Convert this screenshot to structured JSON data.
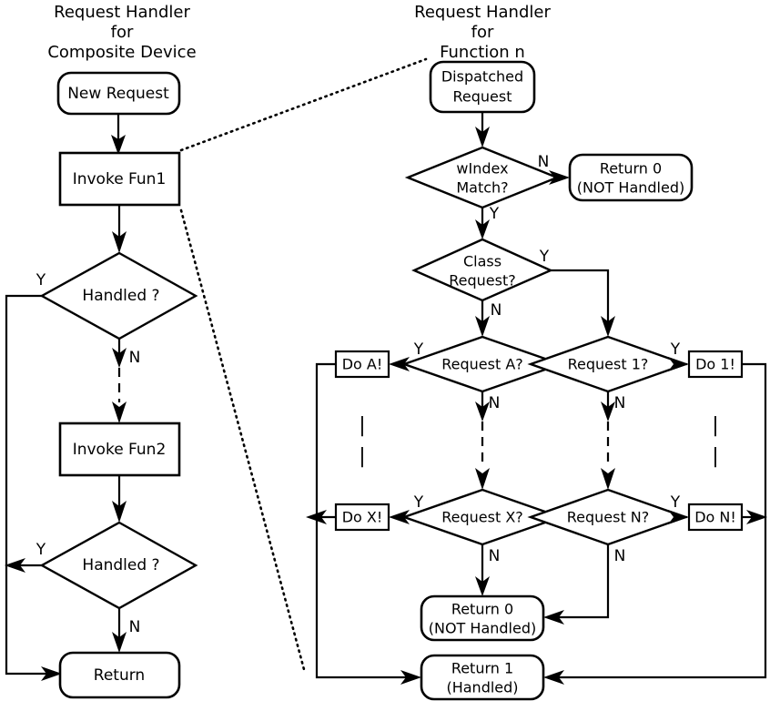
{
  "diagram": {
    "titles": {
      "left": [
        "Request Handler",
        "for",
        "Composite Device"
      ],
      "right": [
        "Request Handler",
        "for",
        "Function n"
      ]
    },
    "left_flow": {
      "new_request": "New Request",
      "invoke_fun1": "Invoke Fun1",
      "handled_1": "Handled ?",
      "invoke_fun2": "Invoke Fun2",
      "handled_2": "Handled ?",
      "return": "Return",
      "labels": {
        "handled1_yes": "Y",
        "handled1_no": "N",
        "handled2_yes": "Y",
        "handled2_no": "N"
      }
    },
    "right_flow": {
      "dispatched_request": [
        "Dispatched",
        "Request"
      ],
      "windex_match": [
        "wIndex",
        "Match?"
      ],
      "return0_top": [
        "Return 0",
        "(NOT Handled)"
      ],
      "class_request": [
        "Class",
        "Request?"
      ],
      "request_a": "Request A?",
      "request_1": "Request 1?",
      "request_x": "Request X?",
      "request_n": "Request N?",
      "do_a": "Do A!",
      "do_1": "Do 1!",
      "do_x": "Do X!",
      "do_n": "Do N!",
      "return0_bottom": [
        "Return 0",
        "(NOT Handled)"
      ],
      "return1_bottom": [
        "Return 1",
        "(Handled)"
      ],
      "labels": {
        "windex_no": "N",
        "windex_yes": "Y",
        "class_yes": "Y",
        "class_no": "N",
        "request_a_yes": "Y",
        "request_a_no": "N",
        "request_1_yes": "Y",
        "request_1_no": "N",
        "request_x_yes": "Y",
        "request_x_no": "N",
        "request_n_yes": "Y",
        "request_n_no": "N"
      },
      "vertical_ellipsis": "|"
    },
    "colors": {
      "stroke": "#000000",
      "fill": "#ffffff",
      "text": "#000000"
    }
  }
}
